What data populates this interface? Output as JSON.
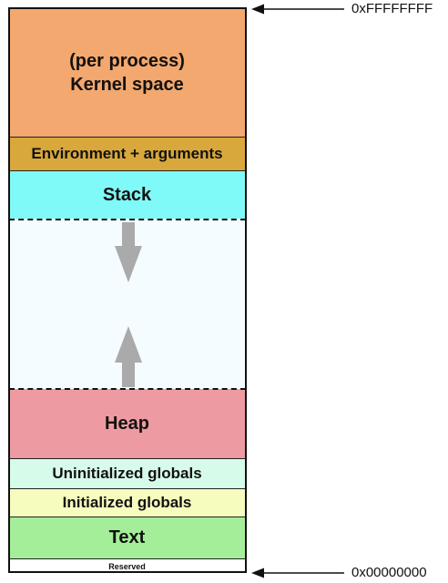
{
  "segments": {
    "kernel": {
      "line1": "(per process)",
      "line2": "Kernel space",
      "color": "#F2A86E"
    },
    "env": {
      "label": "Environment + arguments",
      "color": "#D9A83C"
    },
    "stack": {
      "label": "Stack",
      "color": "#7FFAF8"
    },
    "gap": {
      "color": "#F5FCFF"
    },
    "heap": {
      "label": "Heap",
      "color": "#EE9AA2"
    },
    "bss": {
      "label": "Uninitialized globals",
      "color": "#D7FBEA"
    },
    "data": {
      "label": "Initialized globals",
      "color": "#F6FCBE"
    },
    "text": {
      "label": "Text",
      "color": "#A5EE99"
    },
    "reserved": {
      "label": "Reserved",
      "color": "#FFFFFF"
    }
  },
  "addresses": {
    "top": "0xFFFFFFFF",
    "bottom": "0x00000000"
  },
  "colors": {
    "growth_arrow": "#AAAAAA",
    "pointer_arrow": "#111111"
  },
  "icons": {
    "stack_growth": "arrow-down-icon",
    "heap_growth": "arrow-up-icon",
    "address_pointer": "arrow-left-icon"
  }
}
